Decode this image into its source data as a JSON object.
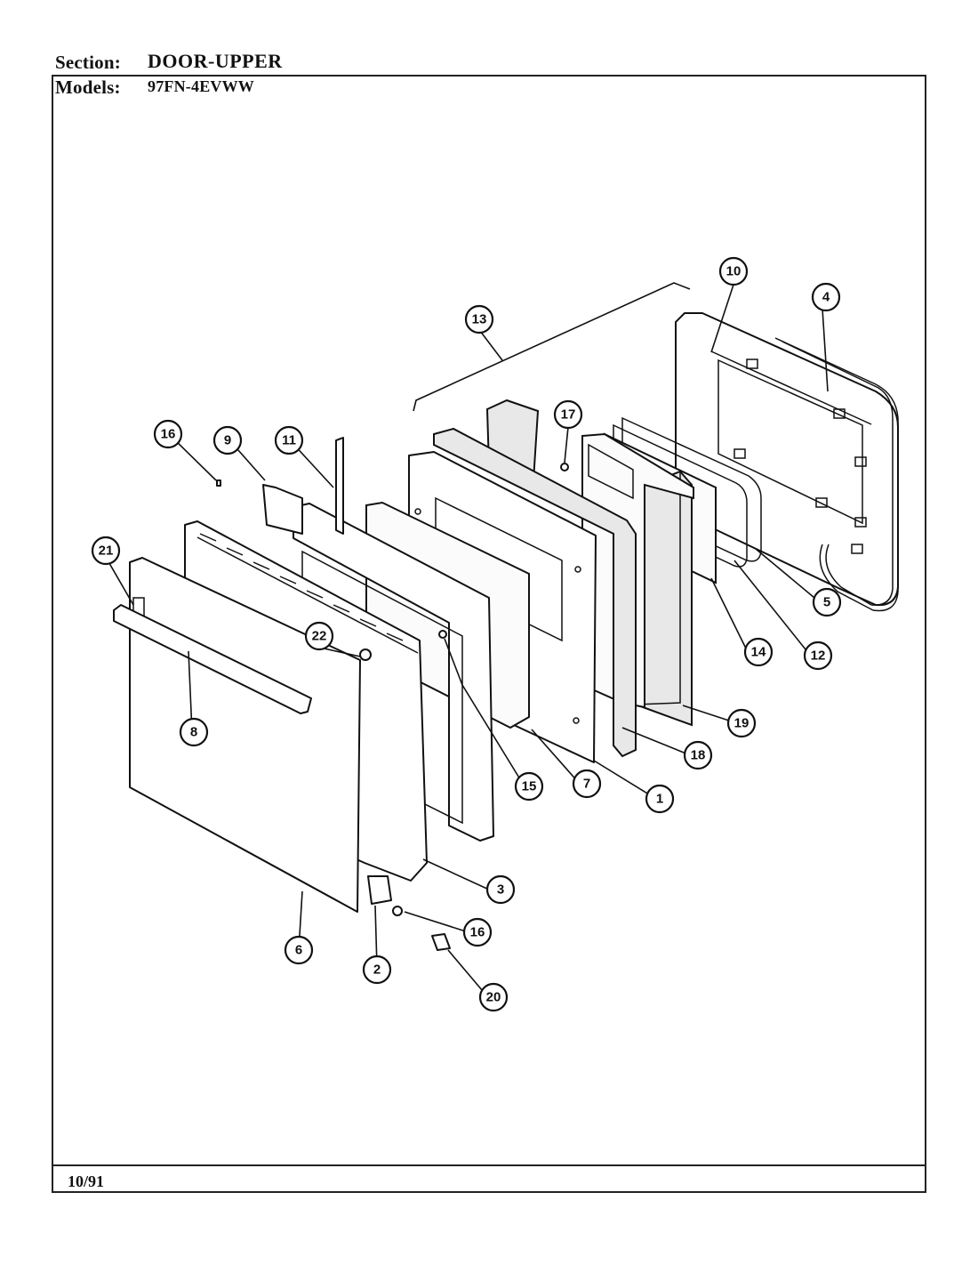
{
  "header": {
    "section_label": "Section:",
    "section_value": "DOOR-UPPER",
    "models_label": "Models:",
    "models_value": "97FN-4EVWW"
  },
  "footer": {
    "date_code": "10/91"
  },
  "callouts": [
    "1",
    "2",
    "3",
    "4",
    "5",
    "6",
    "7",
    "8",
    "9",
    "10",
    "11",
    "12",
    "13",
    "14",
    "15",
    "16",
    "17",
    "18",
    "19",
    "20",
    "21",
    "22"
  ]
}
